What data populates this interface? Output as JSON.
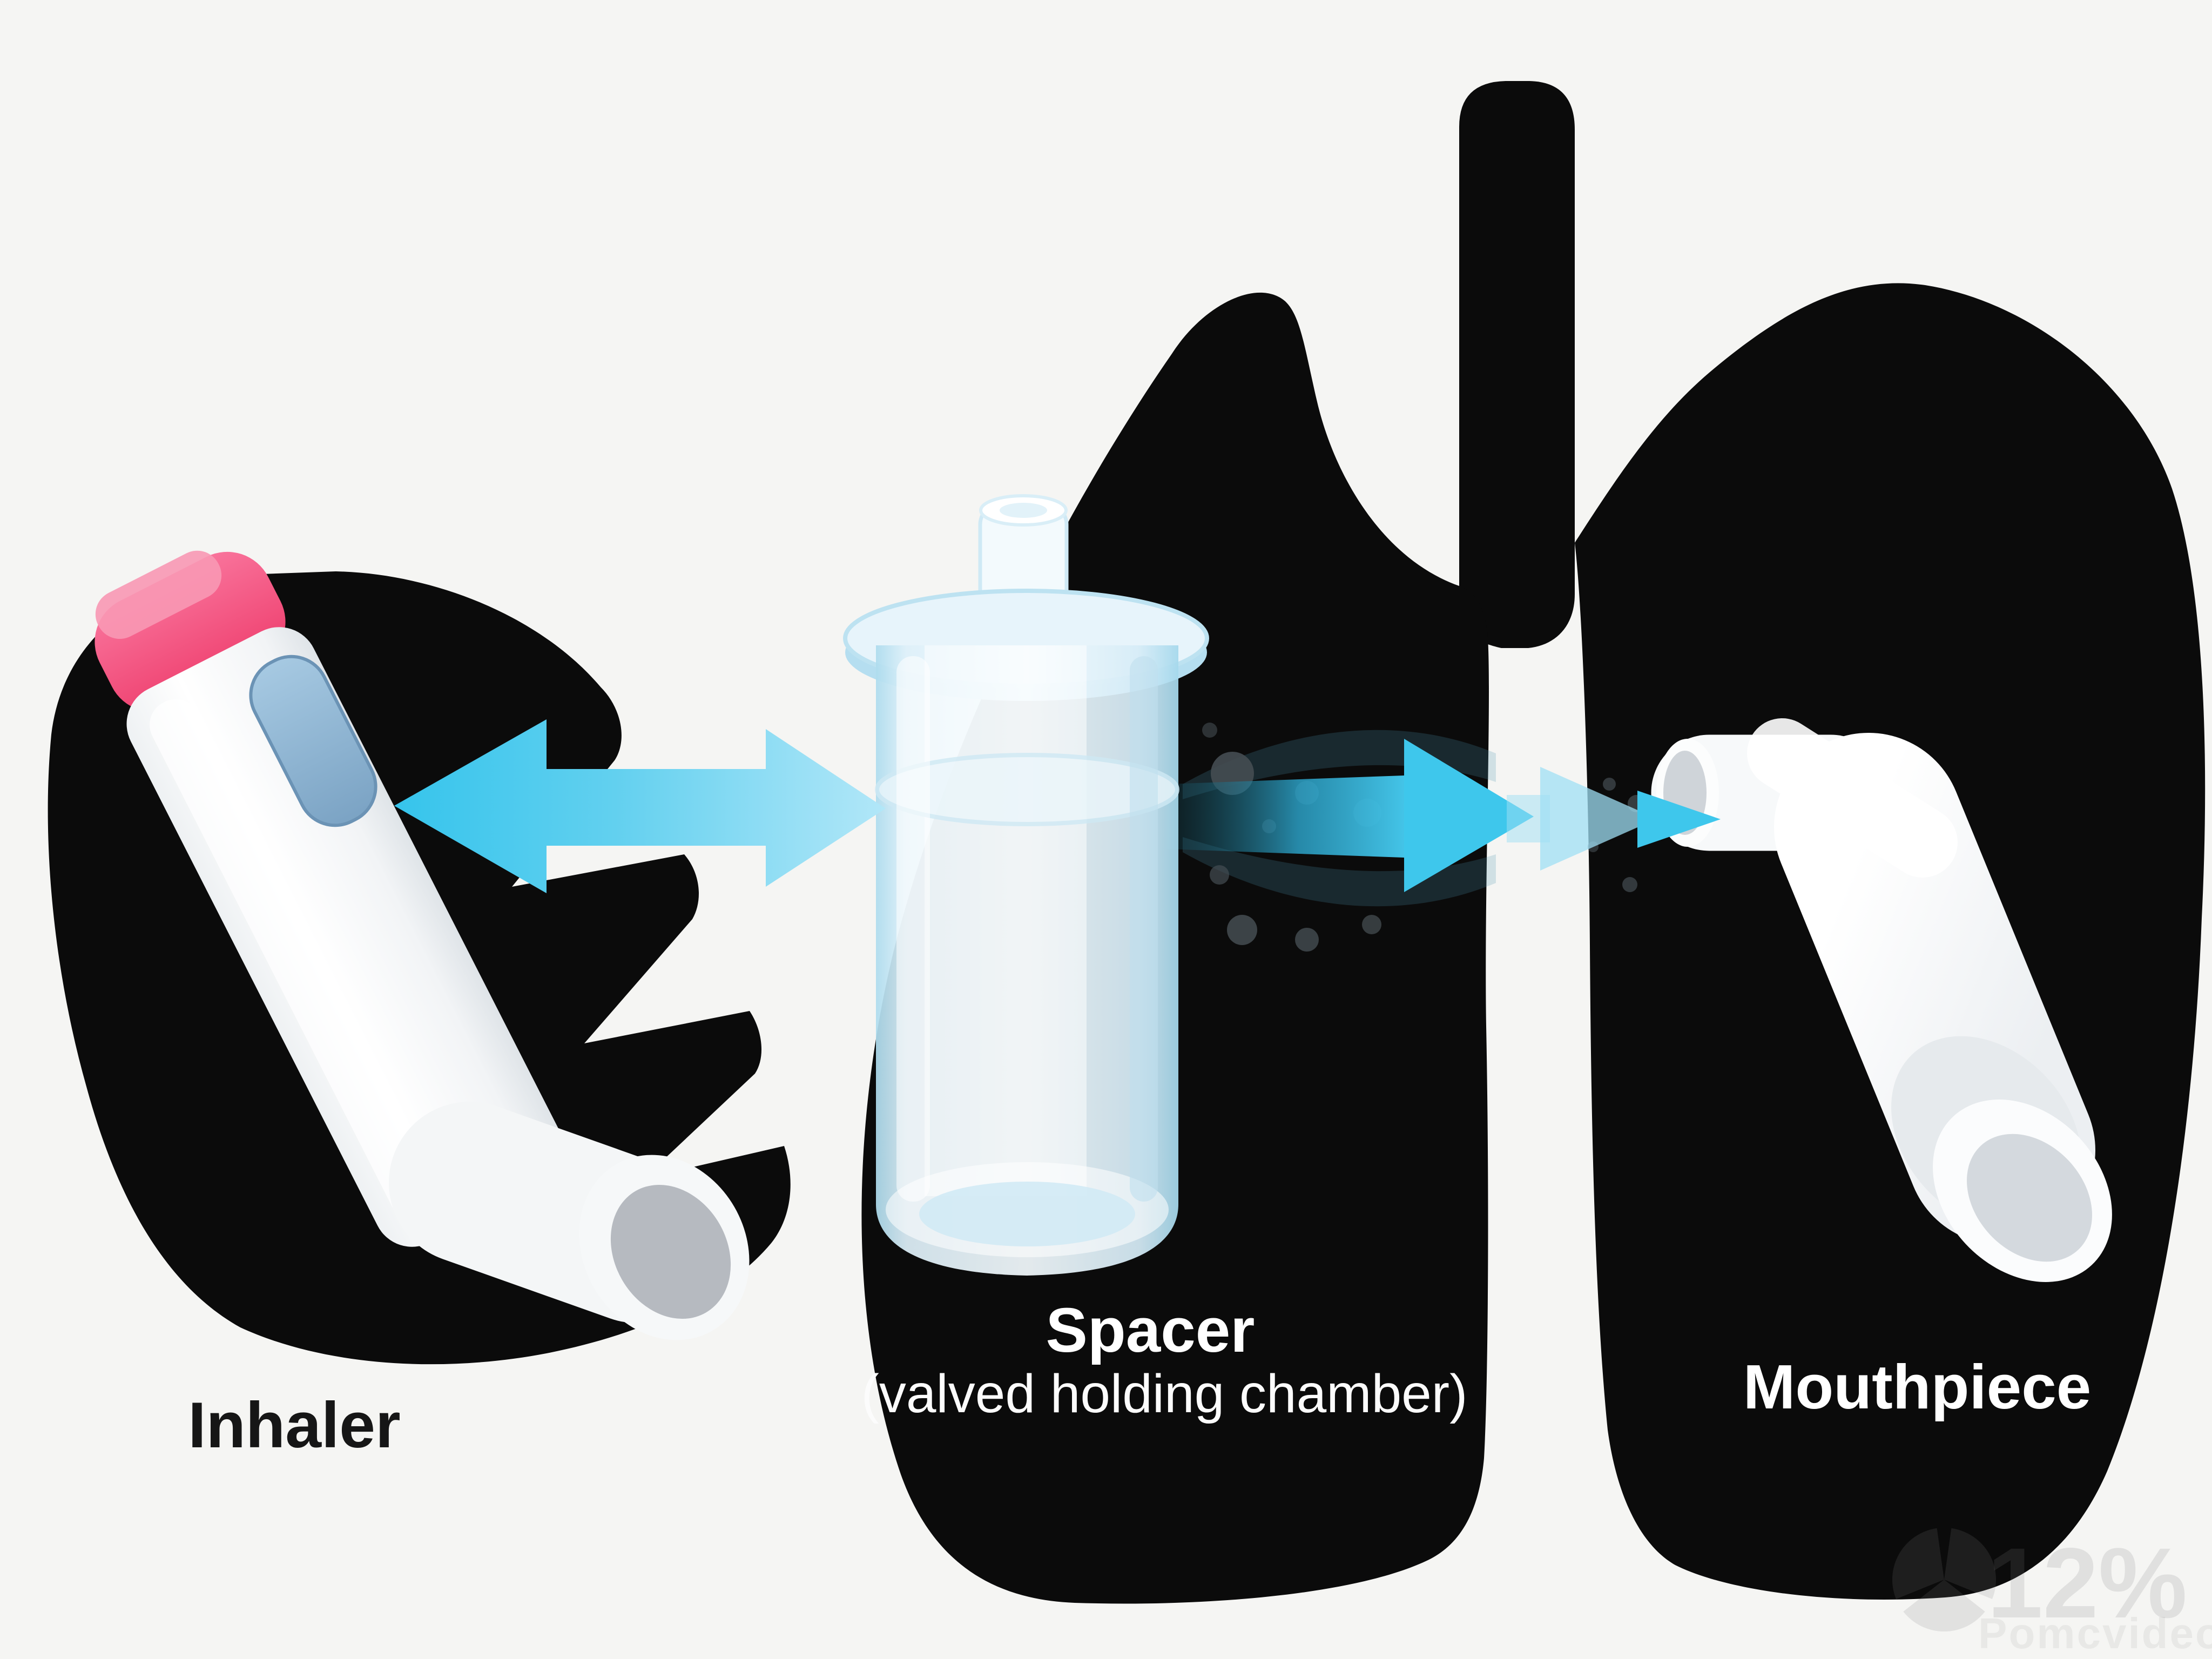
{
  "diagram": {
    "background_color": "#f5f5f3",
    "silhouette_color": "#0b0b0b",
    "labels": {
      "inhaler": "Inhaler",
      "spacer_title": "Spacer",
      "spacer_subtitle": "(valved holding chamber)",
      "mouthpiece": "Mouthpiece"
    },
    "arrows": {
      "primary_color": "#3ec7ec",
      "light_color": "#a5e3f6",
      "left_target": "Inhaler",
      "right_target": "Mouthpiece"
    },
    "inhaler_device": {
      "body_color": "#ffffff",
      "canister_cap_color": "#f0497a",
      "button_color": "#8fb4d4",
      "opening_color": "#b6bac0"
    },
    "spacer_device": {
      "glass_color": "#dff1f9",
      "edge_color": "#a9d9ec"
    },
    "mouthpiece_device": {
      "body_color": "#f8fafb",
      "opening_color": "#d4d9de"
    },
    "watermark": {
      "value": "12%",
      "subtext": "Pomcvideo",
      "icon": "segmented-circle-icon",
      "color": "#808080"
    }
  }
}
